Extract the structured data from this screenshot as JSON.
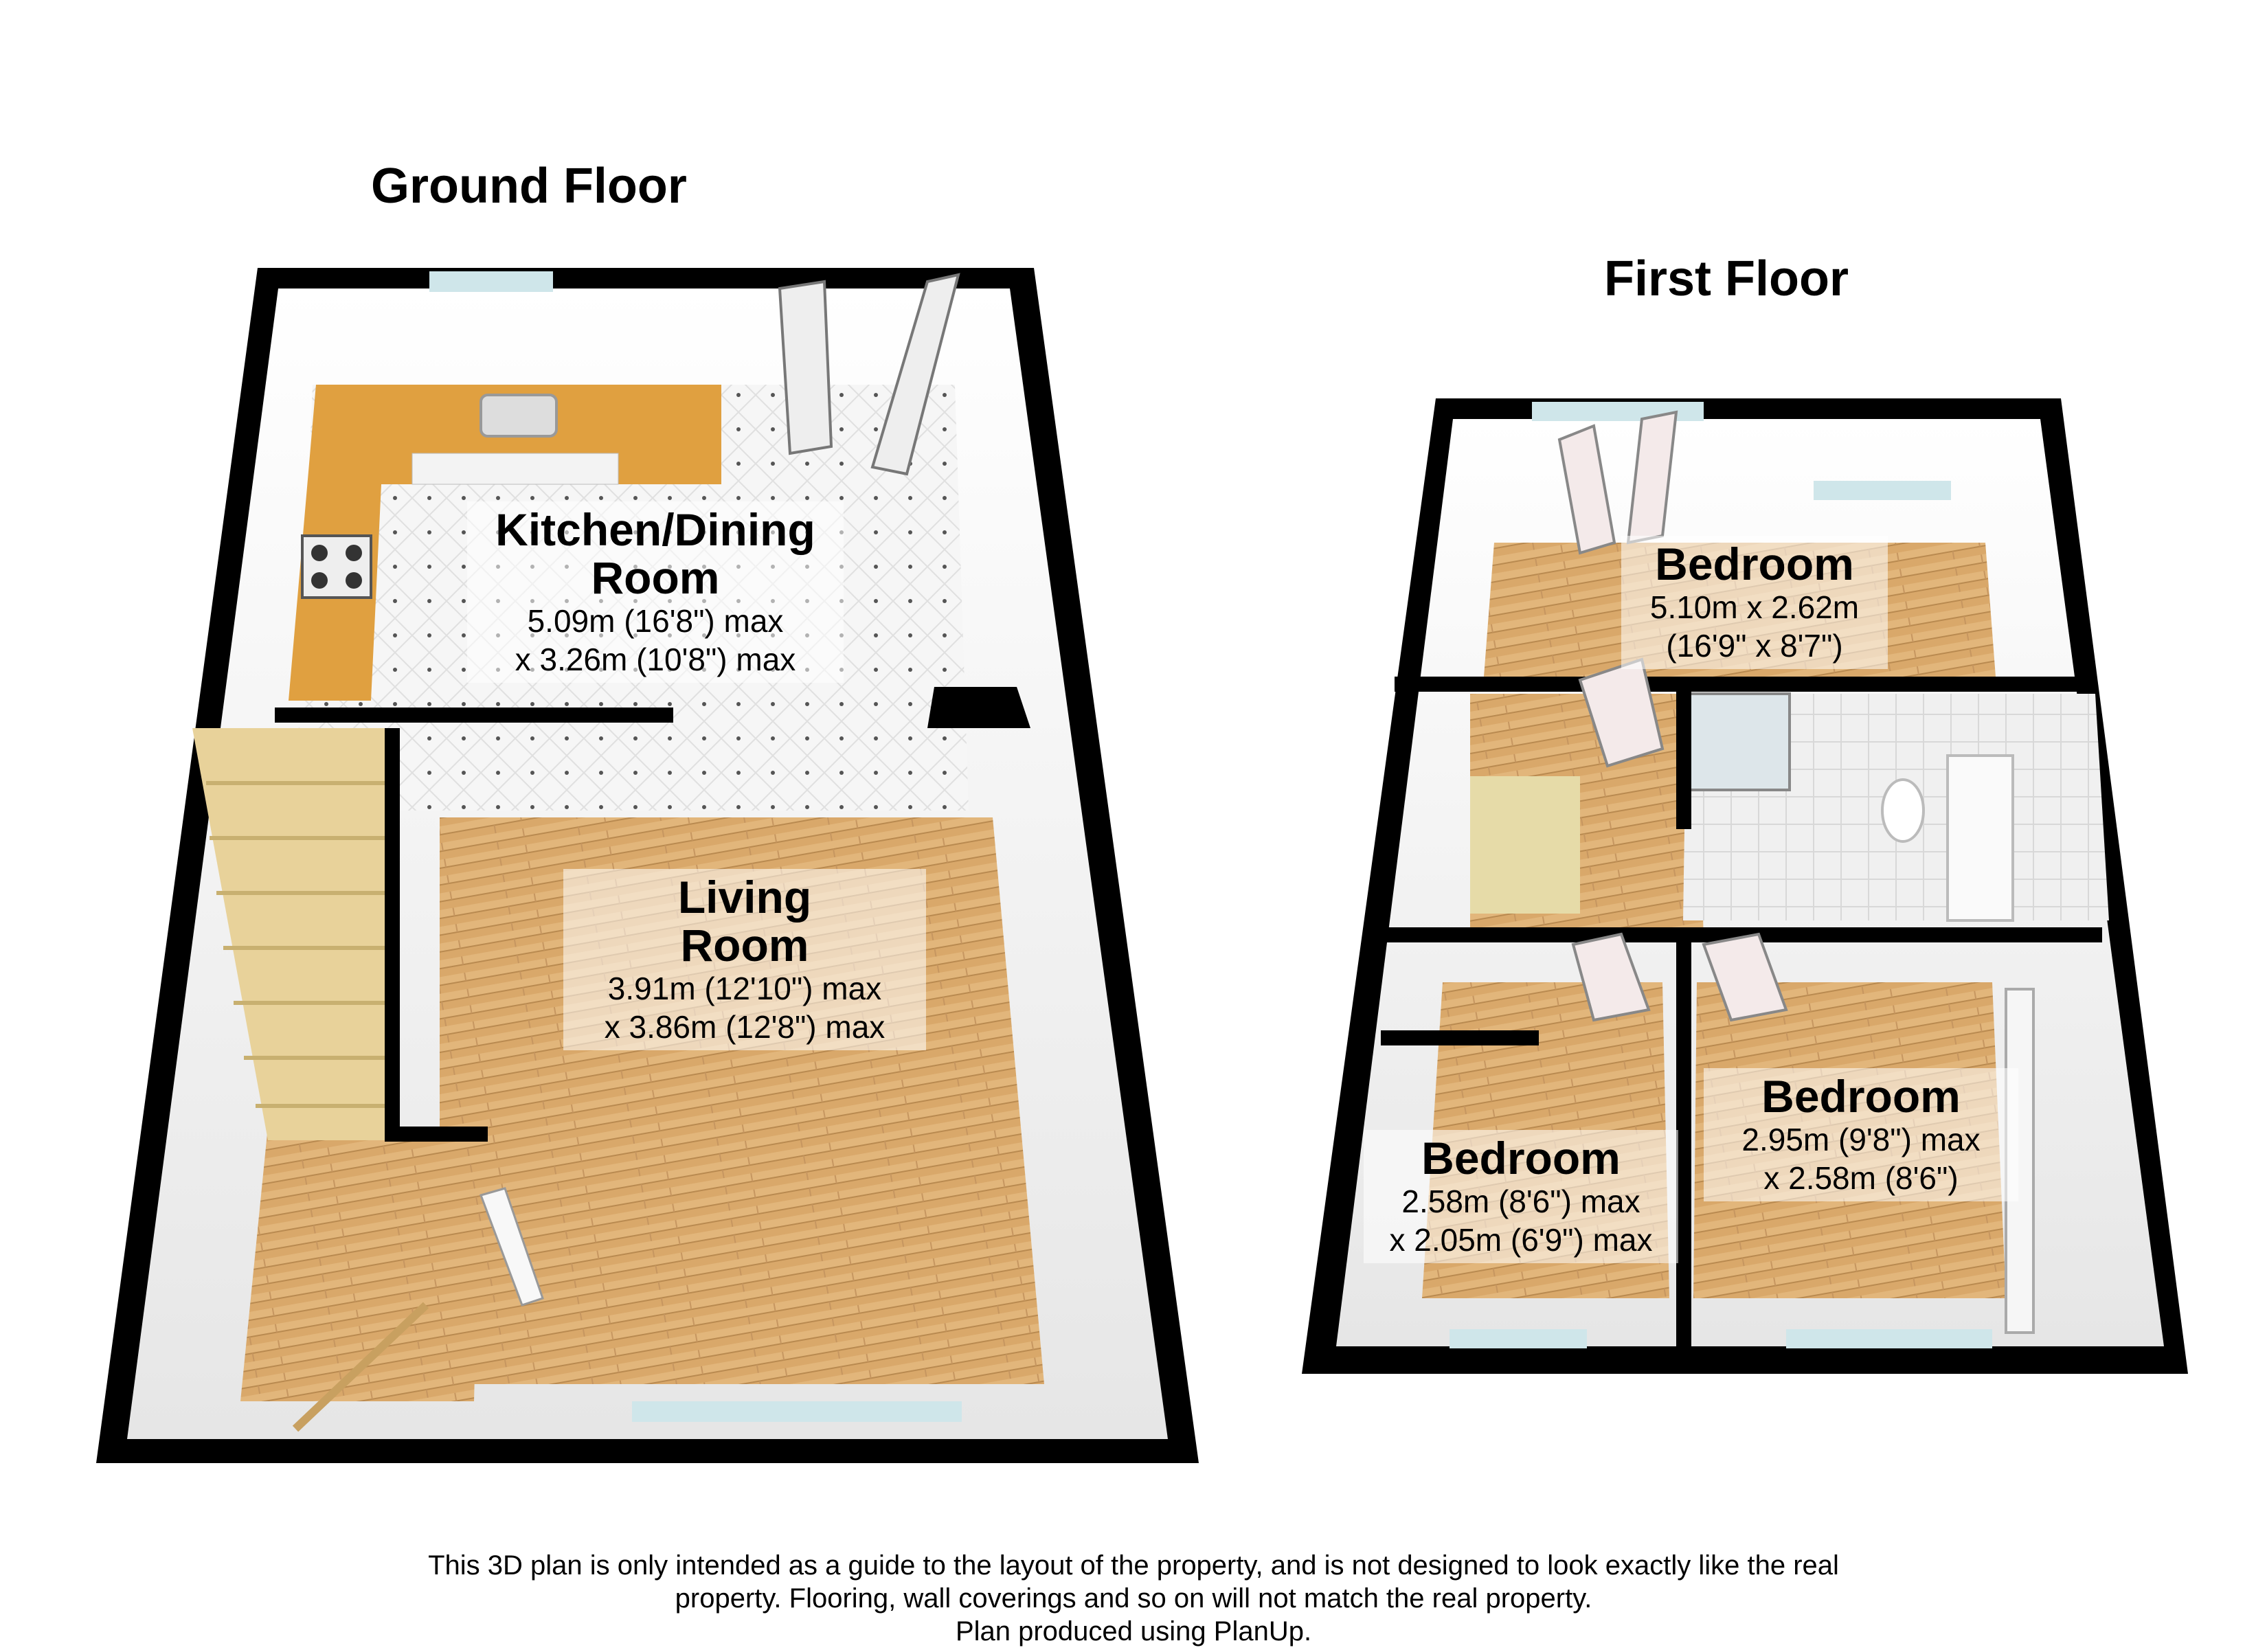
{
  "ground_floor": {
    "title": "Ground Floor",
    "kitchen": {
      "name_line1": "Kitchen/Dining",
      "name_line2": "Room",
      "dim1": "5.09m (16'8\") max",
      "dim2": "x 3.26m (10'8\") max"
    },
    "living": {
      "name_line1": "Living",
      "name_line2": "Room",
      "dim1": "3.91m (12'10\") max",
      "dim2": "x 3.86m (12'8\") max"
    }
  },
  "first_floor": {
    "title": "First Floor",
    "bedroom_top": {
      "name": "Bedroom",
      "dim1": "5.10m x 2.62m",
      "dim2": "(16'9\" x 8'7\")"
    },
    "bedroom_left": {
      "name": "Bedroom",
      "dim1": "2.58m (8'6\") max",
      "dim2": "x 2.05m (6'9\") max"
    },
    "bedroom_right": {
      "name": "Bedroom",
      "dim1": "2.95m (9'8\") max",
      "dim2": "x 2.58m (8'6\")"
    }
  },
  "disclaimer": {
    "line1": "This 3D plan is only intended as a guide to the layout of the property, and is not designed to look exactly like the real",
    "line2": "property. Flooring, wall coverings and so on will not match the real property.",
    "line3": "Plan produced using PlanUp."
  },
  "colors": {
    "wall": "#000000",
    "inner_wall": "#f2f2f2",
    "wood": "#d9a86a",
    "tile": "#f4f4f4",
    "worktop": "#e0a040",
    "glass": "#cfe6ea"
  }
}
